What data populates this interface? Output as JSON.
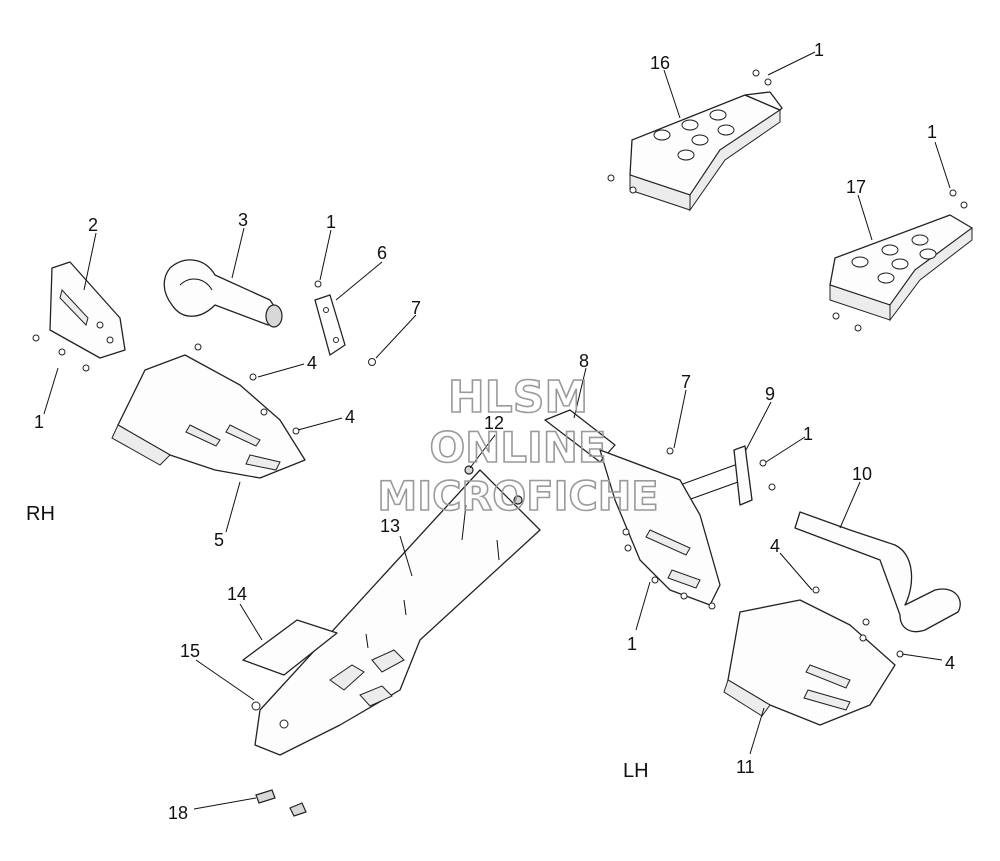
{
  "watermark": {
    "line1": "HLSM",
    "line2": "ONLINE",
    "line3": "MICROFICHE"
  },
  "side_labels": {
    "rh": "RH",
    "lh": "LH"
  },
  "callouts": [
    {
      "id": "c16",
      "label": "16"
    },
    {
      "id": "c1a",
      "label": "1"
    },
    {
      "id": "c1b",
      "label": "1"
    },
    {
      "id": "c17",
      "label": "17"
    },
    {
      "id": "c2",
      "label": "2"
    },
    {
      "id": "c3",
      "label": "3"
    },
    {
      "id": "c1c",
      "label": "1"
    },
    {
      "id": "c6",
      "label": "6"
    },
    {
      "id": "c7a",
      "label": "7"
    },
    {
      "id": "c4a",
      "label": "4"
    },
    {
      "id": "c4b",
      "label": "4"
    },
    {
      "id": "c1d",
      "label": "1"
    },
    {
      "id": "c5",
      "label": "5"
    },
    {
      "id": "c8",
      "label": "8"
    },
    {
      "id": "c12",
      "label": "12"
    },
    {
      "id": "c7b",
      "label": "7"
    },
    {
      "id": "c9",
      "label": "9"
    },
    {
      "id": "c1e",
      "label": "1"
    },
    {
      "id": "c10",
      "label": "10"
    },
    {
      "id": "c13",
      "label": "13"
    },
    {
      "id": "c4c",
      "label": "4"
    },
    {
      "id": "c14",
      "label": "14"
    },
    {
      "id": "c15",
      "label": "15"
    },
    {
      "id": "c1f",
      "label": "1"
    },
    {
      "id": "c4d",
      "label": "4"
    },
    {
      "id": "c11",
      "label": "11"
    },
    {
      "id": "c18",
      "label": "18"
    }
  ]
}
